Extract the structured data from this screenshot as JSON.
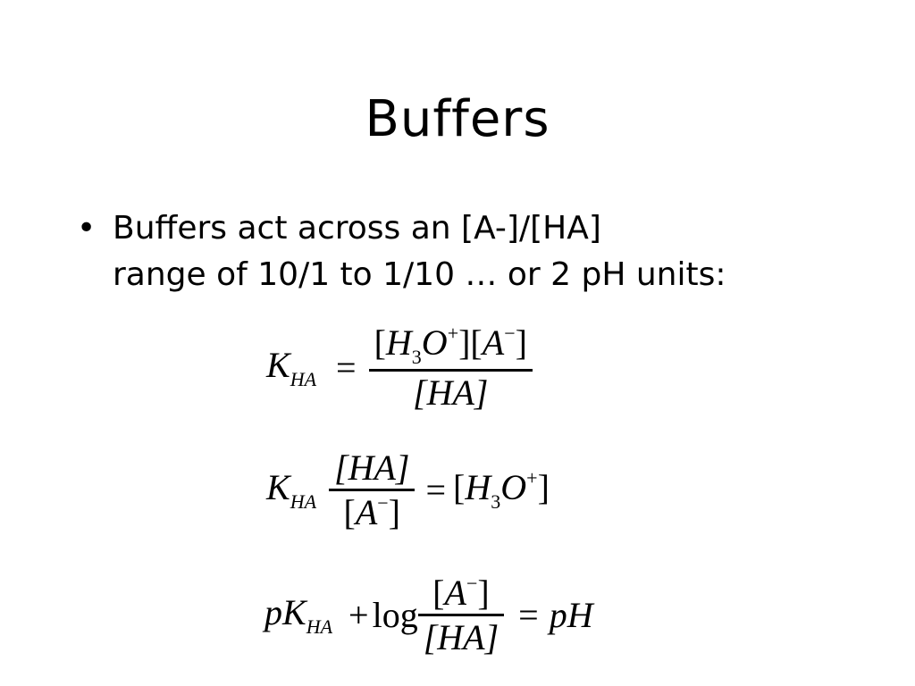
{
  "slide": {
    "title": "Buffers",
    "bullet": {
      "marker": "•",
      "line1": "Buffers act across an [A-]/[HA]",
      "line2": "range of 10/1 to 1/10 … or 2 pH units:"
    },
    "equations": {
      "eq1": {
        "lhs_symbol": "K",
        "lhs_sub": "HA",
        "equals": "=",
        "num_open": "[",
        "num_h": "H",
        "num_h_sub": "3",
        "num_o": "O",
        "num_o_sup": "+",
        "num_mid": "][",
        "num_a": "A",
        "num_a_sup": "−",
        "num_close": "]",
        "den": "[HA]"
      },
      "eq2": {
        "lhs_symbol": "K",
        "lhs_sub": "HA",
        "frac_num": "[HA]",
        "frac_den_open": "[",
        "frac_den_a": "A",
        "frac_den_sup": "−",
        "frac_den_close": "]",
        "equals": "=",
        "rhs_open": "[",
        "rhs_h": "H",
        "rhs_h_sub": "3",
        "rhs_o": "O",
        "rhs_o_sup": "+",
        "rhs_close": "]"
      },
      "eq3": {
        "p": "p",
        "k": "K",
        "k_sub": "HA",
        "plus": "+",
        "log": "log",
        "frac_num_open": "[",
        "frac_num_a": "A",
        "frac_num_sup": "−",
        "frac_num_close": "]",
        "frac_den": "[HA]",
        "equals": "=",
        "rhs": "pH"
      }
    }
  }
}
